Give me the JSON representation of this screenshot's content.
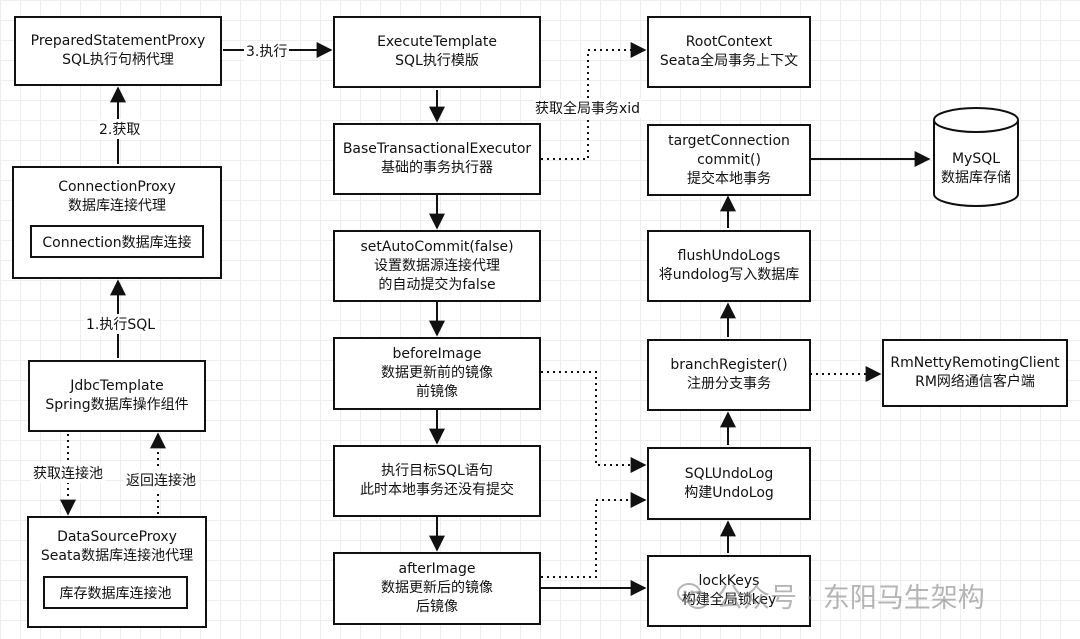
{
  "nodes": {
    "prepared_stmt_proxy": [
      "PreparedStatementProxy",
      "SQL执行句柄代理"
    ],
    "connection_proxy": [
      "ConnectionProxy",
      "数据库连接代理"
    ],
    "connection_inner": "Connection数据库连接",
    "jdbc_template": [
      "JdbcTemplate",
      "Spring数据库操作组件"
    ],
    "datasource_proxy": [
      "DataSourceProxy",
      "Seata数据库连接池代理"
    ],
    "datasource_inner": "库存数据库连接池",
    "execute_template": [
      "ExecuteTemplate",
      "SQL执行模版"
    ],
    "base_executor": [
      "BaseTransactionalExecutor",
      "基础的事务执行器"
    ],
    "set_auto_commit": [
      "setAutoCommit(false)",
      "设置数据源连接代理",
      "的自动提交为false"
    ],
    "before_image": [
      "beforeImage",
      "数据更新前的镜像",
      "前镜像"
    ],
    "exec_sql": [
      "执行目标SQL语句",
      "此时本地事务还没有提交"
    ],
    "after_image": [
      "afterImage",
      "数据更新后的镜像",
      "后镜像"
    ],
    "root_context": [
      "RootContext",
      "Seata全局事务上下文"
    ],
    "target_commit": [
      "targetConnection",
      "commit()",
      "提交本地事务"
    ],
    "flush_undo": [
      "flushUndoLogs",
      "将undolog写入数据库"
    ],
    "branch_register": [
      "branchRegister()",
      "注册分支事务"
    ],
    "sql_undo_log": [
      "SQLUndoLog",
      "构建UndoLog"
    ],
    "lock_keys": [
      "lockKeys",
      "构建全局锁key"
    ],
    "rm_client": [
      "RmNettyRemotingClient",
      "RM网络通信客户端"
    ],
    "mysql": [
      "MySQL",
      "数据库存储"
    ]
  },
  "edge_labels": {
    "exec": "3.执行",
    "get": "2.获取",
    "exec_sql": "1.执行SQL",
    "get_pool": "获取连接池",
    "return_pool": "返回连接池",
    "get_xid": "获取全局事务xid"
  },
  "watermark": "公众号 · 东阳马生架构",
  "watermark_icon": "wechat-icon"
}
